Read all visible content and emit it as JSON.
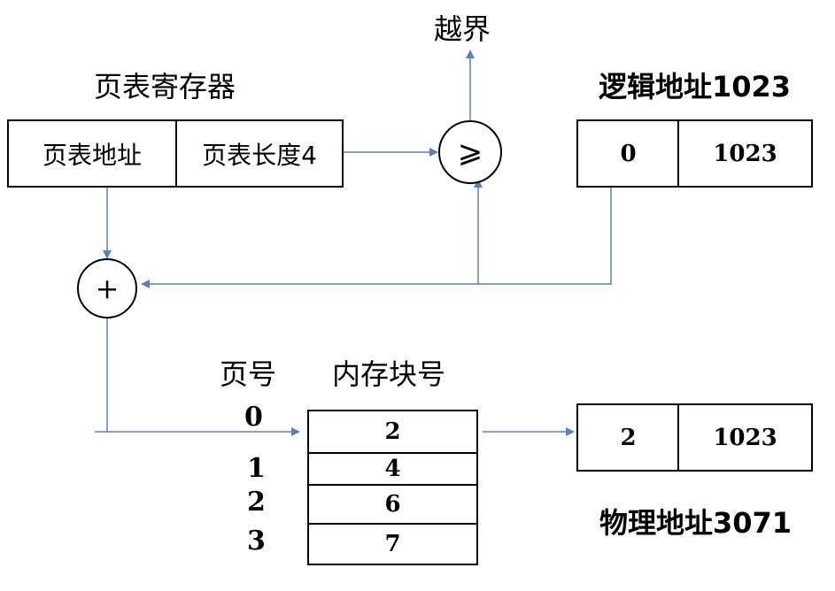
{
  "labels": {
    "overflow": "越界",
    "page_table_register": "页表寄存器",
    "logical_address": "逻辑地址1023",
    "page_number_header": "页号",
    "block_number_header": "内存块号",
    "physical_address": "物理地址3071"
  },
  "register": {
    "cell1": "页表地址",
    "cell2": "页表长度4"
  },
  "operators": {
    "compare": "⩾",
    "add": "+"
  },
  "logical_addr": {
    "page": "0",
    "offset": "1023"
  },
  "page_table": {
    "page_numbers": [
      "0",
      "1",
      "2",
      "3"
    ],
    "blocks": [
      "2",
      "4",
      "6",
      "7"
    ]
  },
  "physical_addr": {
    "block": "2",
    "offset": "1023"
  }
}
